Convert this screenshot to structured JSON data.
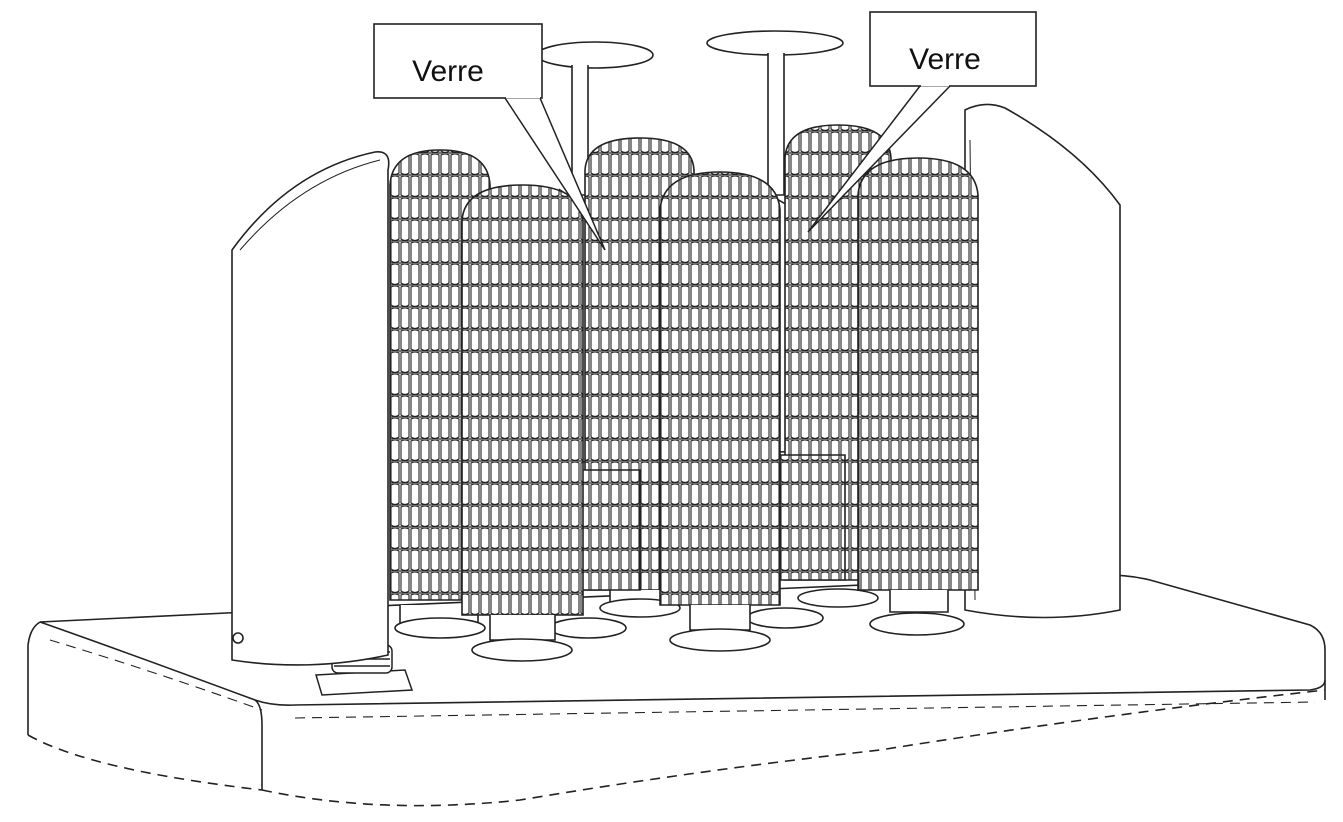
{
  "callouts": [
    {
      "id": "glass-left",
      "label": "Verre"
    },
    {
      "id": "glass-right",
      "label": "Verre"
    }
  ],
  "colors": {
    "line": "#222222",
    "fill": "#ffffff",
    "brush_fill": "#f2f2f2",
    "background": "#ffffff"
  },
  "icons": {
    "brush": "cylindrical-brush-icon",
    "glass": "wine-glass-icon",
    "guard": "cylinder-guard-icon",
    "drain": "drain-grate-icon"
  }
}
